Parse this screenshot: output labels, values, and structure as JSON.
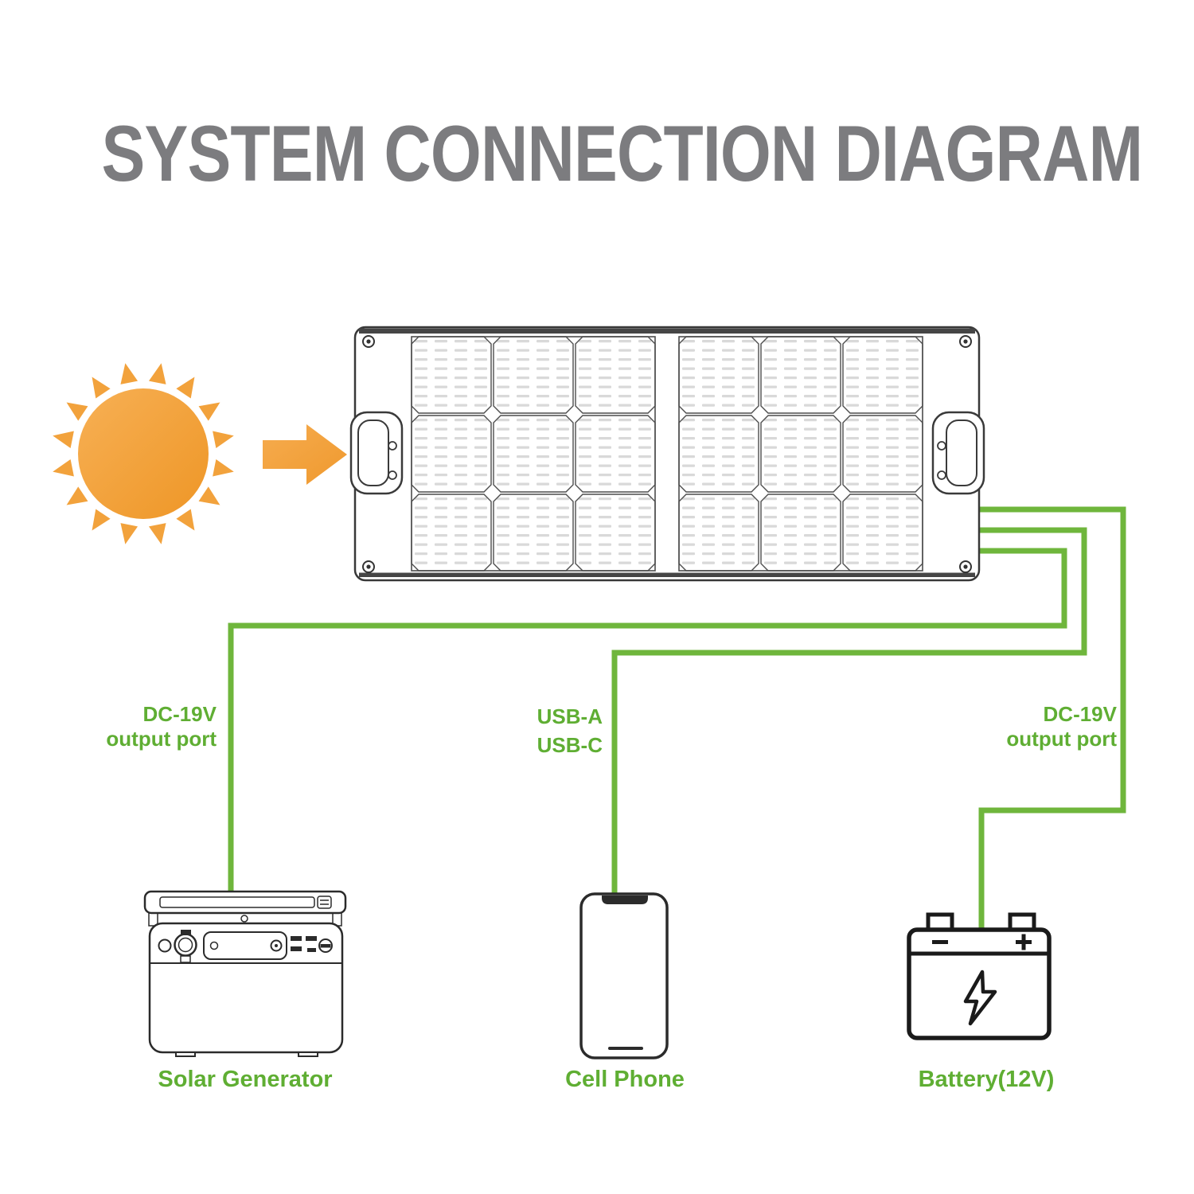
{
  "title": "SYSTEM CONNECTION DIAGRAM",
  "colors": {
    "wire_green": "#6FB63C",
    "label_green": "#5FAE33",
    "sun_orange": "#F2A23C",
    "title_gray": "#7C7C7F",
    "line_dark": "#3A3A3A"
  },
  "connections": [
    {
      "port_lines": [
        "DC-19V",
        "output port"
      ],
      "device_label": "Solar Generator"
    },
    {
      "port_lines": [
        "USB-A",
        "USB-C"
      ],
      "device_label": "Cell Phone"
    },
    {
      "port_lines": [
        "DC-19V",
        "output port"
      ],
      "device_label": "Battery(12V)"
    }
  ],
  "icons": {
    "sun": "sun-icon",
    "arrow": "arrow-right-icon",
    "solar_panel": "solar-panel-illustration",
    "solar_generator": "solar-generator-icon",
    "cell_phone": "cell-phone-icon",
    "battery": "battery-icon"
  }
}
